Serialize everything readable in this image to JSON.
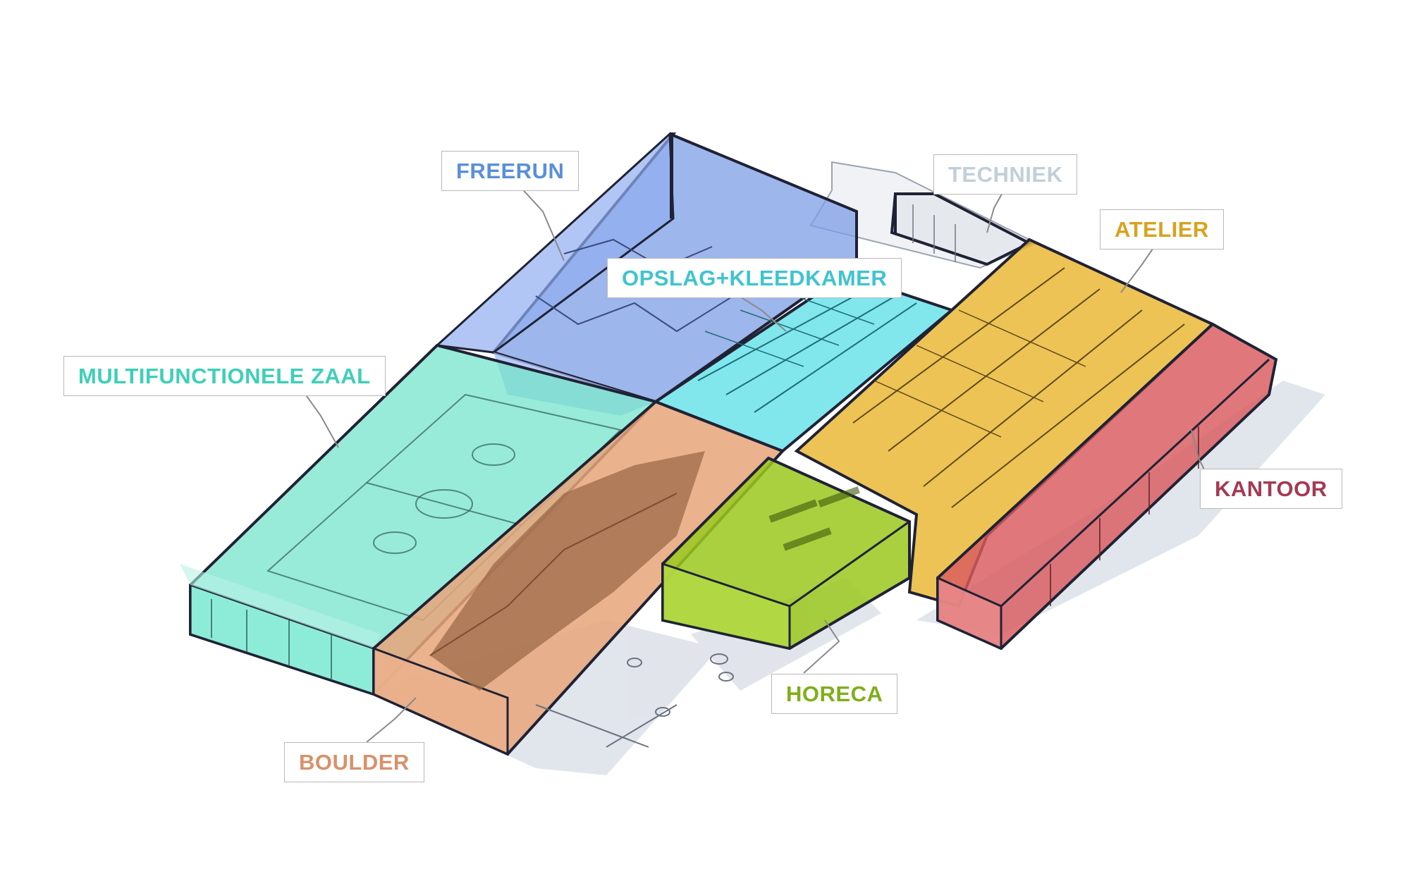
{
  "zones": {
    "freerun": {
      "label": "FREERUN",
      "color": "#5a8fd9",
      "fill": "#7c9de6"
    },
    "techniek": {
      "label": "TECHNIEK",
      "color": "#c2cfd9",
      "fill": "#e4e8ee"
    },
    "atelier": {
      "label": "ATELIER",
      "color": "#d9a21e",
      "fill": "#e8b42a"
    },
    "opslag": {
      "label": "OPSLAG+KLEEDKAMER",
      "color": "#3fc4cf",
      "fill": "#5ee0e8"
    },
    "multi": {
      "label": "MULTIFUNCTIONELE ZAAL",
      "color": "#3fcfb8",
      "fill": "#72e3cb"
    },
    "kantoor": {
      "label": "KANTOOR",
      "color": "#a43a52",
      "fill": "#d95a5e"
    },
    "horeca": {
      "label": "HORECA",
      "color": "#7fae1b",
      "fill": "#9bc81e"
    },
    "boulder": {
      "label": "BOULDER",
      "color": "#d8916a",
      "fill": "#e8a47a"
    }
  }
}
